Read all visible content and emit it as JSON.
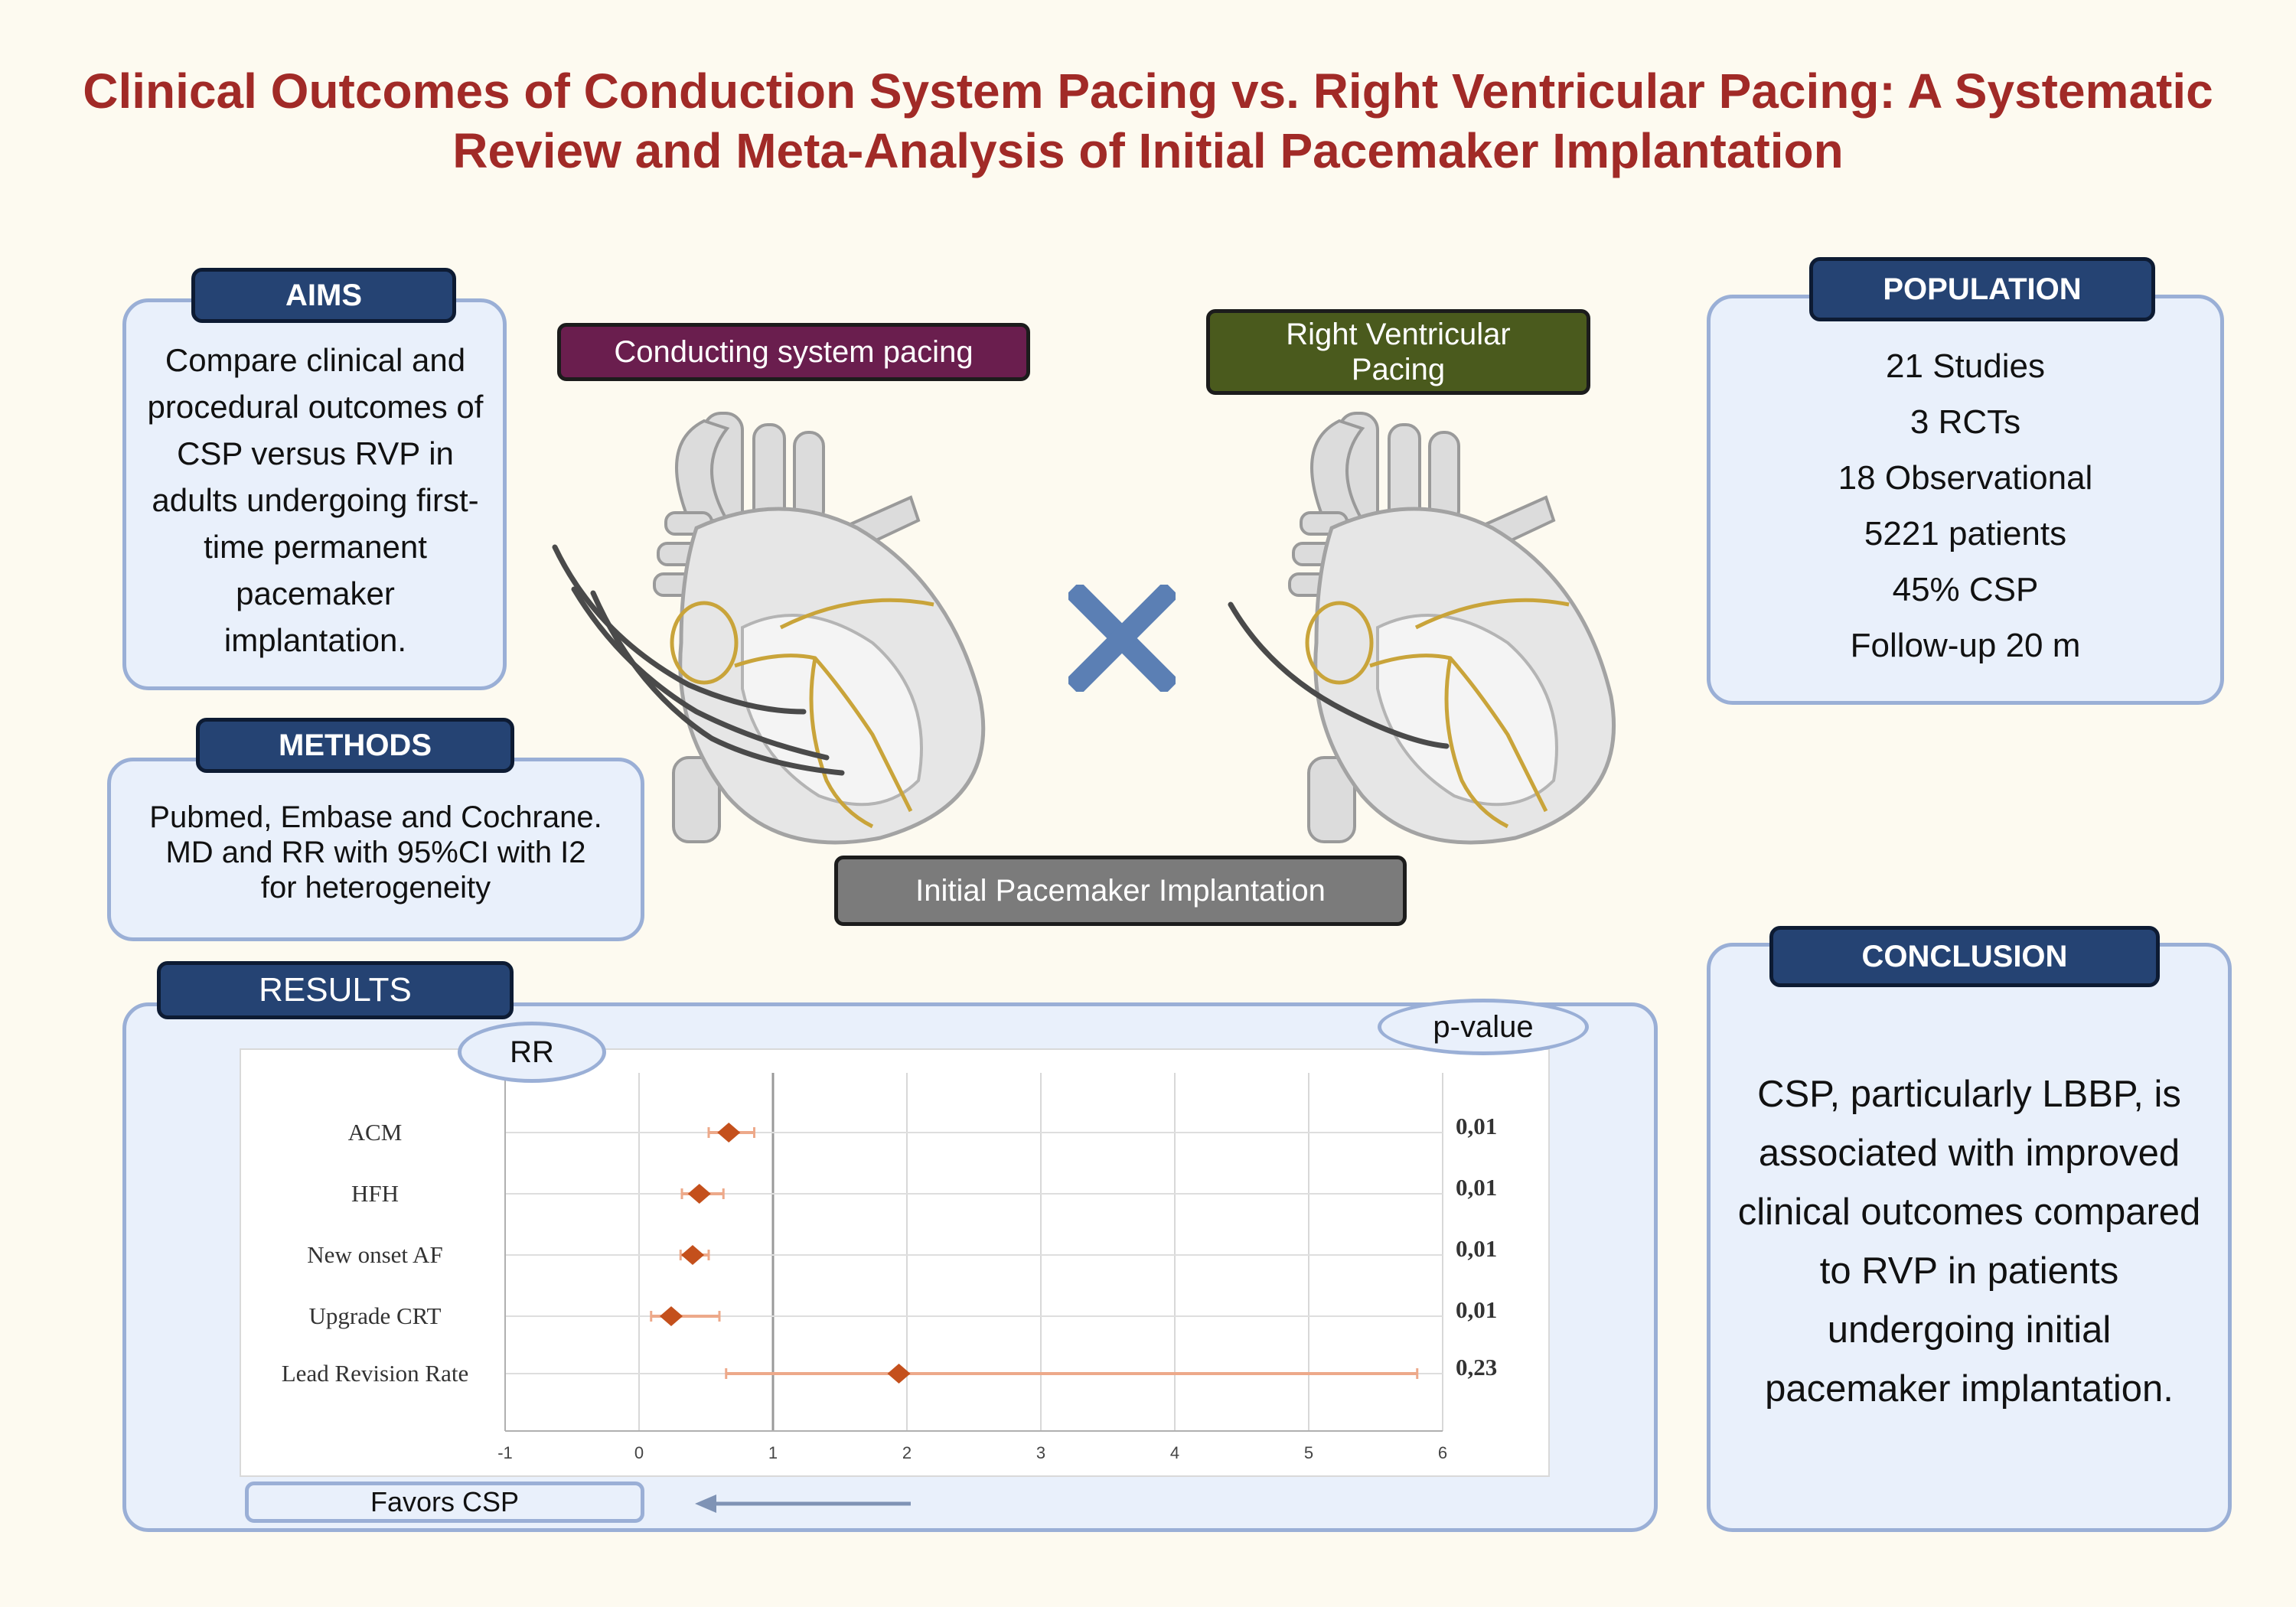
{
  "title": "Clinical Outcomes of Conduction System Pacing vs. Right Ventricular Pacing: A Systematic Review and Meta-Analysis of Initial Pacemaker Implantation",
  "aims": {
    "header": "AIMS",
    "text": "Compare clinical and procedural outcomes of CSP versus RVP in adults undergoing first-time permanent pacemaker implantation."
  },
  "methods": {
    "header": "METHODS",
    "line1": "Pubmed, Embase and Cochrane.",
    "line2": "MD and RR with 95%CI with I2",
    "line3": "for heterogeneity"
  },
  "illustration": {
    "csp_label": "Conducting system pacing",
    "rvp_label_line1": "Right Ventricular",
    "rvp_label_line2": "Pacing",
    "bottom_label": "Initial Pacemaker Implantation",
    "colors": {
      "csp": "#6a1e4e",
      "rvp": "#4a5a1d",
      "bottom": "#7b7b7b",
      "cross": "#5b7fb4"
    },
    "icons": [
      "heart-csp-illustration",
      "heart-rvp-illustration",
      "cross-icon"
    ]
  },
  "population": {
    "header": "POPULATION",
    "items": [
      "21 Studies",
      "3 RCTs",
      "18 Observational",
      "5221 patients",
      "45% CSP",
      "Follow-up 20 m"
    ]
  },
  "conclusion": {
    "header": "CONCLUSION",
    "text": "CSP, particularly LBBP, is associated with improved clinical outcomes compared to RVP in patients undergoing initial pacemaker implantation."
  },
  "results": {
    "header": "RESULTS",
    "rr_label": "RR",
    "pvalue_label": "p-value",
    "favors_label": "Favors CSP"
  },
  "chart_data": {
    "type": "scatter",
    "subtype": "forest-plot",
    "xlim": [
      -1,
      6
    ],
    "xticks": [
      "-1",
      "0",
      "1",
      "2",
      "3",
      "4",
      "5",
      "6"
    ],
    "reference_line": 1,
    "grid": true,
    "outcomes": [
      {
        "label": "ACM",
        "rr": 0.67,
        "lo": 0.52,
        "hi": 0.86,
        "p": "0,01"
      },
      {
        "label": "HFH",
        "rr": 0.45,
        "lo": 0.32,
        "hi": 0.63,
        "p": "0,01"
      },
      {
        "label": "New onset AF",
        "rr": 0.4,
        "lo": 0.31,
        "hi": 0.52,
        "p": "0,01"
      },
      {
        "label": "Upgrade CRT",
        "rr": 0.24,
        "lo": 0.09,
        "hi": 0.6,
        "p": "0,01"
      },
      {
        "label": "Lead Revision Rate",
        "rr": 1.94,
        "lo": 0.65,
        "hi": 5.81,
        "p": "0,23"
      }
    ],
    "marker_color": "#c4501c",
    "ci_color": "#eda98a"
  }
}
